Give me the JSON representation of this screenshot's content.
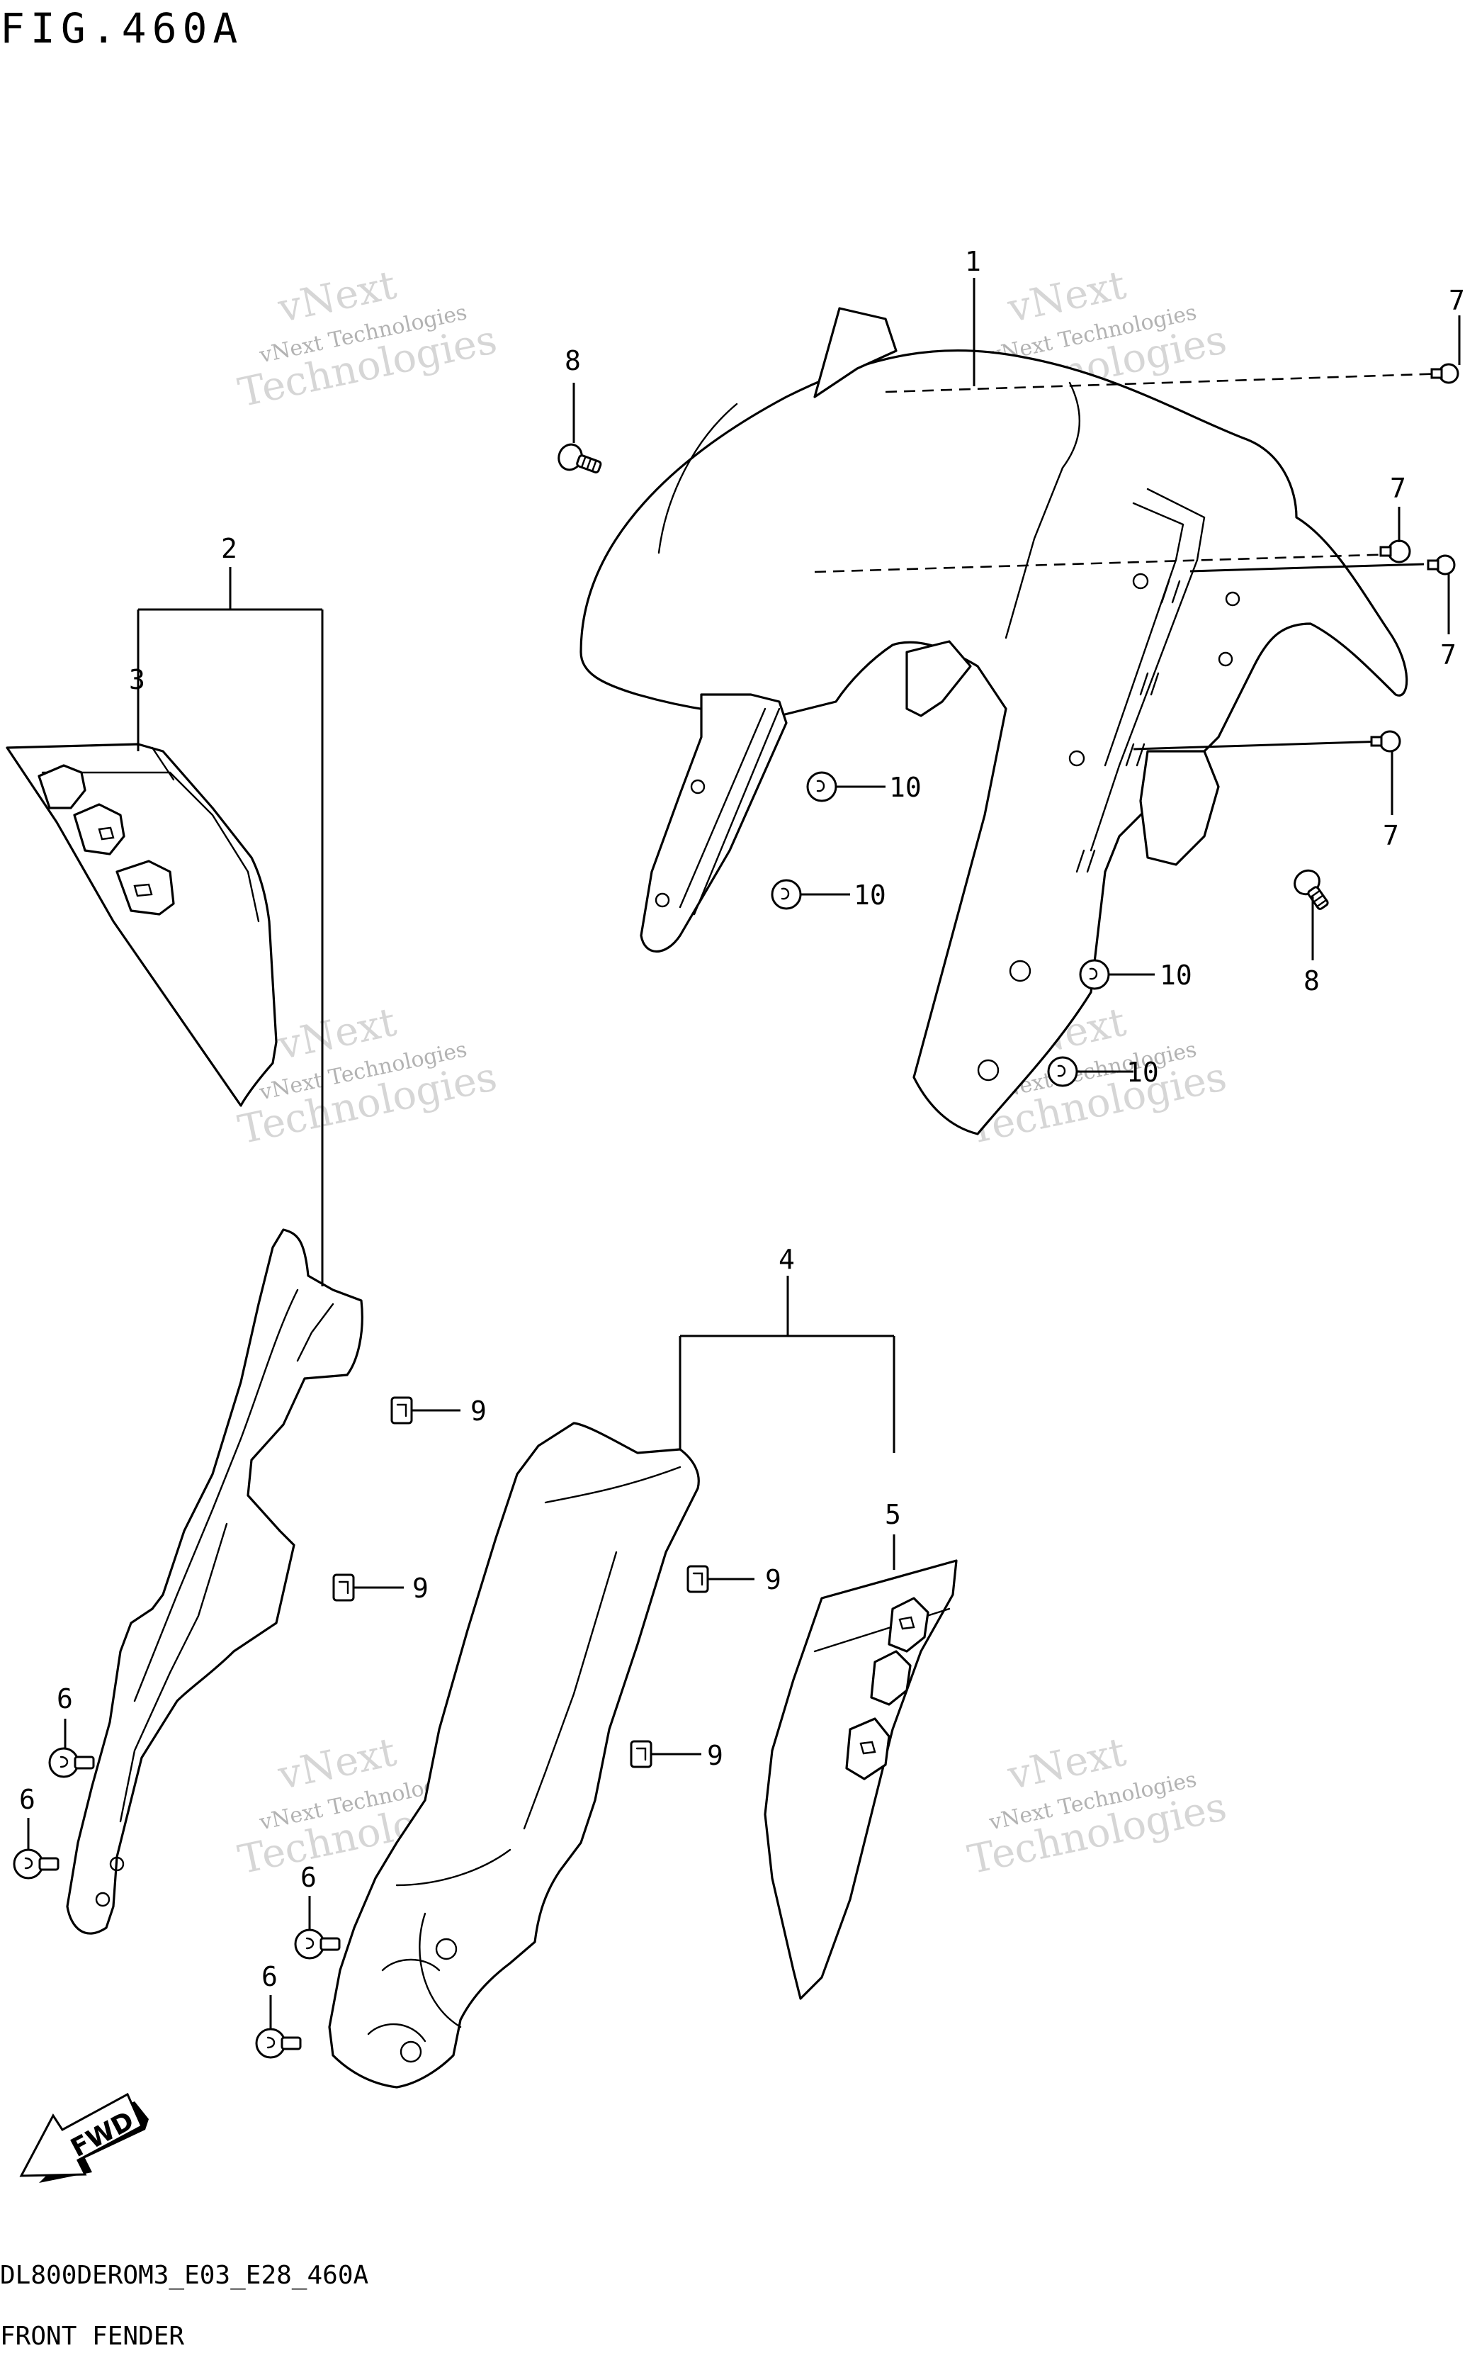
{
  "figure": {
    "title": "FIG.460A",
    "model_code": "DL800DEROM3_E03_E28_460A",
    "caption": "FRONT FENDER"
  },
  "watermark": {
    "line1": "vNext",
    "line2": "vNext Technologies",
    "line3": "Technologies"
  },
  "callouts": {
    "c1": "1",
    "c2": "2",
    "c3": "3",
    "c4": "4",
    "c5": "5",
    "c6a": "6",
    "c6b": "6",
    "c6c": "6",
    "c6d": "6",
    "c7a": "7",
    "c7b": "7",
    "c7c": "7",
    "c7d": "7",
    "c8a": "8",
    "c8b": "8",
    "c9a": "9",
    "c9b": "9",
    "c9c": "9",
    "c9d": "9",
    "c10a": "10",
    "c10b": "10",
    "c10c": "10",
    "c10d": "10"
  },
  "fwd_arrow": {
    "label": "FWD"
  }
}
